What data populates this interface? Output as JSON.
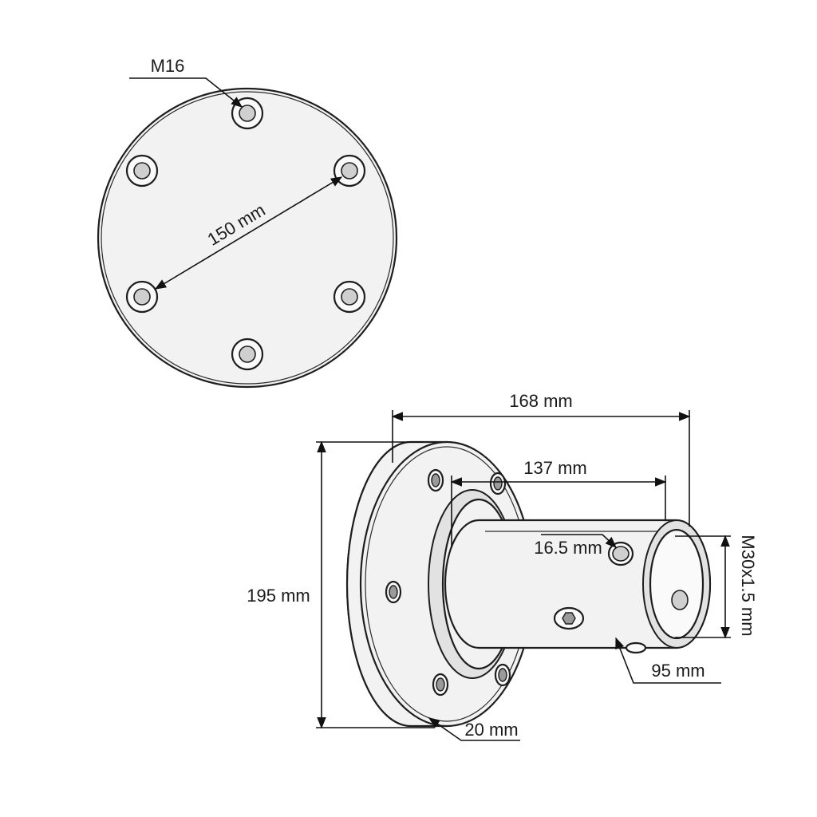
{
  "diagram": {
    "front_view": {
      "hole_label": "M16",
      "bolt_circle_label": "150 mm"
    },
    "side_view": {
      "overall_length_label": "168 mm",
      "tube_length_label": "137 mm",
      "flange_diameter_label": "195 mm",
      "flange_thickness_label": "20 mm",
      "side_hole_label": "16.5 mm",
      "thread_label": "M30x1.5 mm",
      "tube_diameter_label": "95 mm"
    }
  }
}
